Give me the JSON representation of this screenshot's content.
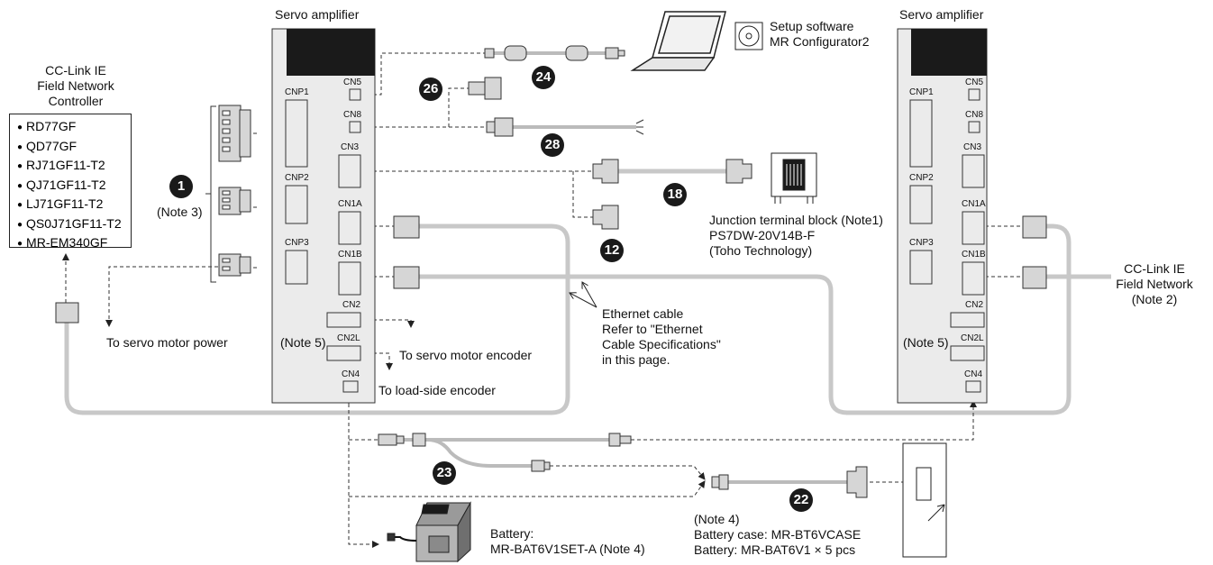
{
  "labels": {
    "servo_amp_left": "Servo amplifier",
    "servo_amp_right": "Servo amplifier",
    "controller_title": [
      "CC-Link IE",
      "Field Network",
      "Controller"
    ],
    "controllers": [
      "RD77GF",
      "QD77GF",
      "RJ71GF11-T2",
      "QJ71GF11-T2",
      "LJ71GF11-T2",
      "QS0J71GF11-T2",
      "MR-EM340GF"
    ],
    "note3": "(Note 3)",
    "note5_left": "(Note 5)",
    "note5_right": "(Note 5)",
    "setup_software": [
      "Setup software",
      "MR Configurator2"
    ],
    "junction": [
      "Junction terminal block (Note1)",
      "PS7DW-20V14B-F",
      "(Toho Technology)"
    ],
    "ethernet": [
      "Ethernet cable",
      "Refer to \"Ethernet",
      "Cable Specifications\"",
      "in this page."
    ],
    "ccl_network": [
      "CC-Link IE",
      "Field Network",
      "(Note 2)"
    ],
    "to_servo_power": "To servo motor power",
    "to_servo_encoder": "To servo motor encoder",
    "to_load_encoder": "To load-side encoder",
    "battery_left": [
      "Battery:",
      "MR-BAT6V1SET-A (Note 4)"
    ],
    "battery_case": [
      "(Note 4)",
      "Battery case: MR-BT6VCASE",
      "Battery: MR-BAT6V1 × 5 pcs"
    ]
  },
  "ports_left": [
    "CN5",
    "CN8",
    "CN3",
    "CN1A",
    "CN1B",
    "CN2",
    "CN2L",
    "CN4",
    "CNP1",
    "CNP2",
    "CNP3"
  ],
  "ports_right": [
    "CN5",
    "CN8",
    "CN3",
    "CN1A",
    "CN1B",
    "CN2",
    "CN2L",
    "CN4",
    "CNP1",
    "CNP2",
    "CNP3"
  ],
  "callouts": [
    "1",
    "24",
    "26",
    "28",
    "18",
    "12",
    "23",
    "22"
  ],
  "colors": {
    "cable": "#c8c8c8",
    "connector": "#d6d6d6",
    "panel": "#ebebeb",
    "dark": "#1a1a1a"
  }
}
